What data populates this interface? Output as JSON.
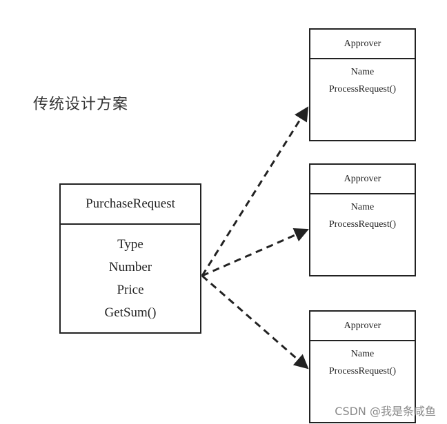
{
  "title": "传统设计方案",
  "request": {
    "name": "PurchaseRequest",
    "fields": [
      "Type",
      "Number",
      "Price",
      "GetSum()"
    ]
  },
  "approvers": [
    {
      "name": "Approver",
      "members": [
        "Name",
        "ProcessRequest()"
      ]
    },
    {
      "name": "Approver",
      "members": [
        "Name",
        "ProcessRequest()"
      ]
    },
    {
      "name": "Approver",
      "members": [
        "Name",
        "ProcessRequest()"
      ]
    }
  ],
  "watermark": "CSDN @我是条咸鱼"
}
